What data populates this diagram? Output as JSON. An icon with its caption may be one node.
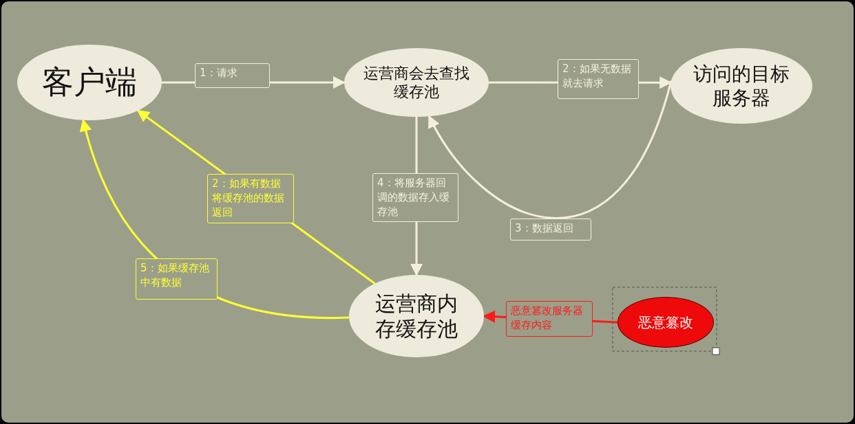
{
  "diagram": {
    "nodes": [
      {
        "text": [
          "客户端"
        ]
      },
      {
        "text": [
          "运营商会去查找缓存池"
        ]
      },
      {
        "text": [
          "访问的目标服务器"
        ]
      },
      {
        "text": [
          "运营商内存缓存池"
        ]
      },
      {
        "text": [
          "恶意篡改"
        ]
      }
    ],
    "edges": [
      {
        "from": 0,
        "to": 1,
        "arrow": "to",
        "label": "1：请求"
      },
      {
        "from": 1,
        "to": 2,
        "arrow": "to",
        "label": "2：如果无数据就去请求"
      },
      {
        "from": 2,
        "to": 1,
        "arrow": "to",
        "label": "3：数据返回"
      },
      {
        "from": 1,
        "to": 3,
        "arrow": "to",
        "label": "4：将服务器回调的数据存入缓存池"
      },
      {
        "from": 3,
        "to": 0,
        "arrow": "to",
        "label": "2：如果有数据将缓存池的数据返回",
        "color": "#ffff33"
      },
      {
        "from": 3,
        "to": 0,
        "arrow": "to",
        "label": "5：如果缓存池中有数据",
        "color": "#ffff33"
      },
      {
        "from": 4,
        "to": 3,
        "arrow": "to",
        "label": "恶意篡改服务器缓存内容",
        "color": "#ff1a1a"
      }
    ]
  }
}
